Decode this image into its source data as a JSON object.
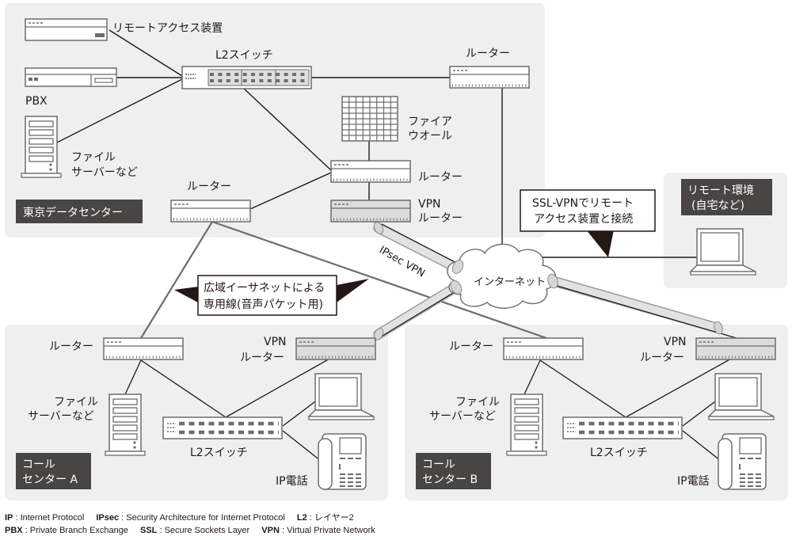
{
  "zones": {
    "tokyo": "東京データセンター",
    "remote_line1": "リモート環境",
    "remote_line2": "(自宅など)",
    "call_a_line1": "コール",
    "call_a_line2": "センター A",
    "call_b_line1": "コール",
    "call_b_line2": "センター B"
  },
  "tokyo": {
    "remote_access": "リモートアクセス装置",
    "pbx": "PBX",
    "file_server_line1": "ファイル",
    "file_server_line2": "サーバーなど",
    "l2_switch": "L2スイッチ",
    "router_top": "ルーター",
    "firewall_line1": "ファイア",
    "firewall_line2": "ウオール",
    "router_mid": "ルーター",
    "vpn_router_line1": "VPN",
    "vpn_router_line2": "ルーター",
    "router_left": "ルーター"
  },
  "callouts": {
    "ssl_line1": "SSL-VPNでリモート",
    "ssl_line2": "アクセス装置と接続",
    "wan_line1": "広域イーサネットによる",
    "wan_line2": "専用線(音声パケット用)"
  },
  "internet": "インターネット",
  "ipsec_vpn": "IPsec VPN",
  "call_a": {
    "router": "ルーター",
    "vpn_router_line1": "VPN",
    "vpn_router_line2": "ルーター",
    "file_server_line1": "ファイル",
    "file_server_line2": "サーバーなど",
    "l2_switch": "L2スイッチ",
    "ip_phone": "IP電話"
  },
  "call_b": {
    "router": "ルーター",
    "vpn_router_line1": "VPN",
    "vpn_router_line2": "ルーター",
    "file_server_line1": "ファイル",
    "file_server_line2": "サーバーなど",
    "l2_switch": "L2スイッチ",
    "ip_phone": "IP電話"
  },
  "legend": {
    "row1": [
      {
        "abbr": "IP",
        "desc": "Internet Protocol"
      },
      {
        "abbr": "IPsec",
        "desc": "Security Architecture for Internet Protocol"
      },
      {
        "abbr": "L2",
        "desc": "レイヤー2"
      }
    ],
    "row2": [
      {
        "abbr": "PBX",
        "desc": "Private Branch Exchange"
      },
      {
        "abbr": "SSL",
        "desc": "Secure Sockets Layer"
      },
      {
        "abbr": "VPN",
        "desc": "Virtual Private Network"
      }
    ]
  },
  "colors": {
    "zone_bg": "#efefef",
    "label_box": "#4a4545",
    "line": "#231815",
    "device_stroke": "#6d6d6d",
    "vpn_fill": "#dcdcdc"
  }
}
